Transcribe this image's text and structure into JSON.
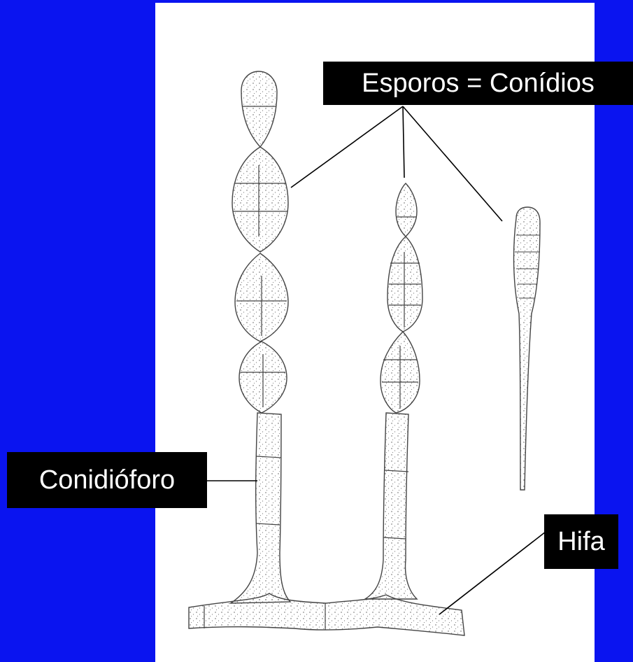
{
  "labels": {
    "spores": "Esporos = Conídios",
    "conidiophore": "Conidióforo",
    "hypha": "Hifa"
  },
  "colors": {
    "background": "#0a14f0",
    "panel": "#ffffff",
    "label_bg": "#000000",
    "label_text": "#ffffff",
    "ink": "#333333"
  }
}
